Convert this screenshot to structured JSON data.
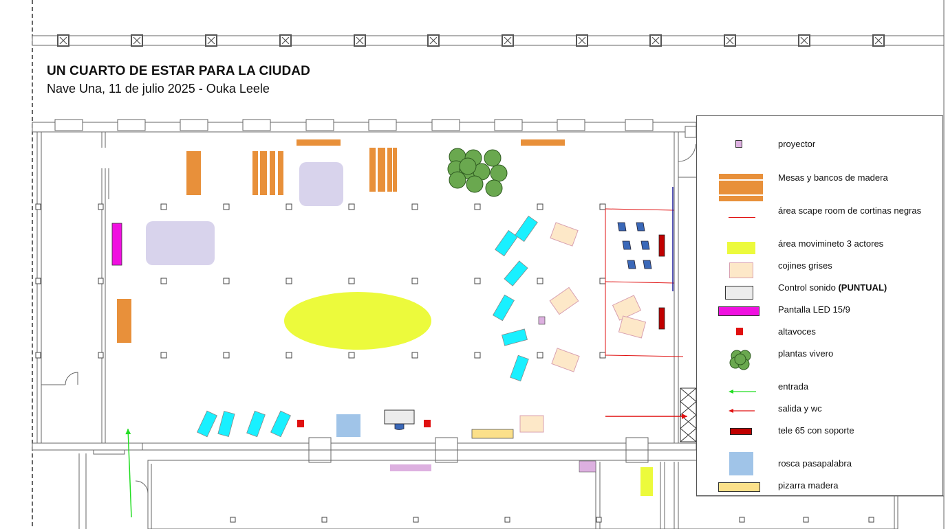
{
  "header": {
    "title": "UN CUARTO DE ESTAR PARA LA CIUDAD",
    "subtitle": "Nave Una, 11 de julio 2025 - Ouka Leele"
  },
  "colors": {
    "wood": "#e8903a",
    "lilac": "#d8d3ec",
    "lilac_small": "#ddb0e0",
    "yellow_area": "#ecfa3c",
    "cushion": "#fde8c8",
    "cushion_border": "#d8a0b0",
    "led": "#f010e0",
    "speaker": "#e01010",
    "plant": "#6aa84f",
    "plant_border": "#2e5a20",
    "chair": "#3a68b8",
    "tv": "#c00000",
    "rosca": "#a0c4e8",
    "pizarra": "#fbe08a",
    "cyan": "#19f0ff",
    "sound_control": "#ececec",
    "entrance": "#22dd22",
    "exit": "#e01010"
  },
  "legend": [
    {
      "key": "proyector",
      "label": "proyector",
      "icon": "small-lilac-square"
    },
    {
      "key": "mesas",
      "label": "Mesas y bancos de madera",
      "icon": "wood-table"
    },
    {
      "key": "scape",
      "label": "área scape room de cortinas negras",
      "icon": "red-line"
    },
    {
      "key": "movimiento",
      "label": "área movimineto 3 actores",
      "icon": "yellow-rect"
    },
    {
      "key": "cojines",
      "label": "cojines grises",
      "icon": "cushion"
    },
    {
      "key": "control",
      "label": "Control sonido",
      "label_bold": "(PUNTUAL)",
      "icon": "grey-box"
    },
    {
      "key": "pantalla",
      "label": "Pantalla LED 15/9",
      "icon": "magenta-bar"
    },
    {
      "key": "altavoces",
      "label": "altavoces",
      "icon": "red-square"
    },
    {
      "key": "plantas",
      "label": "plantas vivero",
      "icon": "plant"
    },
    {
      "key": "entrada",
      "label": "entrada",
      "icon": "green-arrow"
    },
    {
      "key": "salida",
      "label": "salida y wc",
      "icon": "red-arrow"
    },
    {
      "key": "tele",
      "label": "tele 65 con soporte",
      "icon": "dark-red-bar"
    },
    {
      "key": "rosca",
      "label": "rosca pasapalabra",
      "icon": "blue-square"
    },
    {
      "key": "pizarra",
      "label": "pizarra madera",
      "icon": "yellow-bar"
    }
  ]
}
